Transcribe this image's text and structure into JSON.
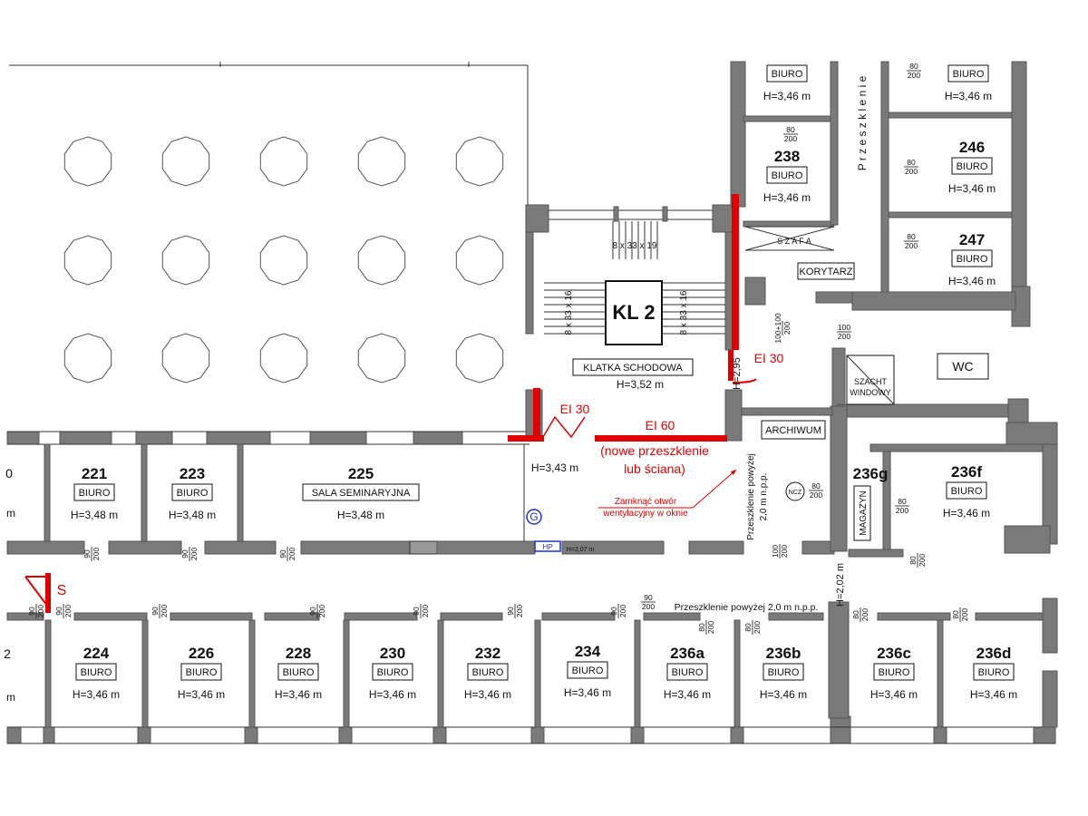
{
  "rooms": {
    "r221": {
      "num": "221",
      "type": "BIURO",
      "h": "H=3,48 m"
    },
    "r223": {
      "num": "223",
      "type": "BIURO",
      "h": "H=3,48 m"
    },
    "r225": {
      "num": "225",
      "type": "SALA SEMINARYJNA",
      "h": "H=3,48 m"
    },
    "r224": {
      "num": "224",
      "type": "BIURO",
      "h": "H=3,46 m"
    },
    "r226": {
      "num": "226",
      "type": "BIURO",
      "h": "H=3,46 m"
    },
    "r228": {
      "num": "228",
      "type": "BIURO",
      "h": "H=3,46 m"
    },
    "r230": {
      "num": "230",
      "type": "BIURO",
      "h": "H=3,46 m"
    },
    "r232": {
      "num": "232",
      "type": "BIURO",
      "h": "H=3,46 m"
    },
    "r234": {
      "num": "234",
      "type": "BIURO",
      "h": "H=3,46 m"
    },
    "r236a": {
      "num": "236a",
      "type": "BIURO",
      "h": "H=3,46 m"
    },
    "r236b": {
      "num": "236b",
      "type": "BIURO",
      "h": "H=3,46 m"
    },
    "r236c": {
      "num": "236c",
      "type": "BIURO",
      "h": "H=3,46 m"
    },
    "r236d": {
      "num": "236d",
      "type": "BIURO",
      "h": "H=3,46 m"
    },
    "r236f": {
      "num": "236f",
      "type": "BIURO",
      "h": "H=3,46 m"
    },
    "r236g": {
      "num": "236g",
      "type": "MAGAZYN"
    },
    "r238": {
      "num": "238",
      "type": "BIURO",
      "h": "H=3,46 m"
    },
    "r246": {
      "num": "246",
      "type": "BIURO",
      "h": "H=3,46 m"
    },
    "r247": {
      "num": "247",
      "type": "BIURO",
      "h": "H=3,46 m"
    },
    "top_mid": {
      "type": "BIURO",
      "h": "H=3,46 m"
    },
    "top_right": {
      "type": "BIURO",
      "h": "H=3,46 m"
    }
  },
  "stair": {
    "name": "KL 2",
    "label": "KLATKA SCHODOWA",
    "h": "H=3,52 m",
    "flight_top": "8 x 33 x 19",
    "flight_left": "8 x 33 x 16",
    "flight_right": "8 x 33 x 16"
  },
  "misc": {
    "korytarz": "KORYTARZ",
    "szafa": "S Z A F A",
    "szacht_1": "SZACHT",
    "szacht_2": "WINDOWY",
    "wc": "WC",
    "archiwum": "ARCHIWUM",
    "przeszklenie_vert": "P r z e s z k l e n i e",
    "lobby_h": "H=3,43 m",
    "hp": "HP",
    "hp_h": "H=2,07 m",
    "g_symbol": "G",
    "ncz": "NCZ",
    "s_label": "S",
    "h295": "H=2,95",
    "h202": "H=2,02 m",
    "cut_left_1": "0",
    "cut_left_2": "m",
    "cut_left_3": "2",
    "cut_left_4": "m"
  },
  "notes": {
    "ei30_a": "EI 30",
    "ei30_b": "EI 30",
    "ei60": "EI 60",
    "nowe_1": "(nowe przeszklenie",
    "nowe_2": "lub ściana)",
    "zamknac_1": "Zamknąć otwór",
    "zamknac_2": "wentylacyjny w oknie",
    "prz_v1": "Przeszklenie powyżej",
    "prz_v2": "2,0 m n.p.p.",
    "prz_h": "Przeszklenie powyżej 2,0 m n.p.p."
  },
  "doors": {
    "d90": "90",
    "d200": "200",
    "d80": "80",
    "d100": "100",
    "d100100": "100+100"
  },
  "colors": {
    "fire_red": "#e00000",
    "wall_gray": "#7a7a7a",
    "hp_blue": "#1a33cc"
  }
}
